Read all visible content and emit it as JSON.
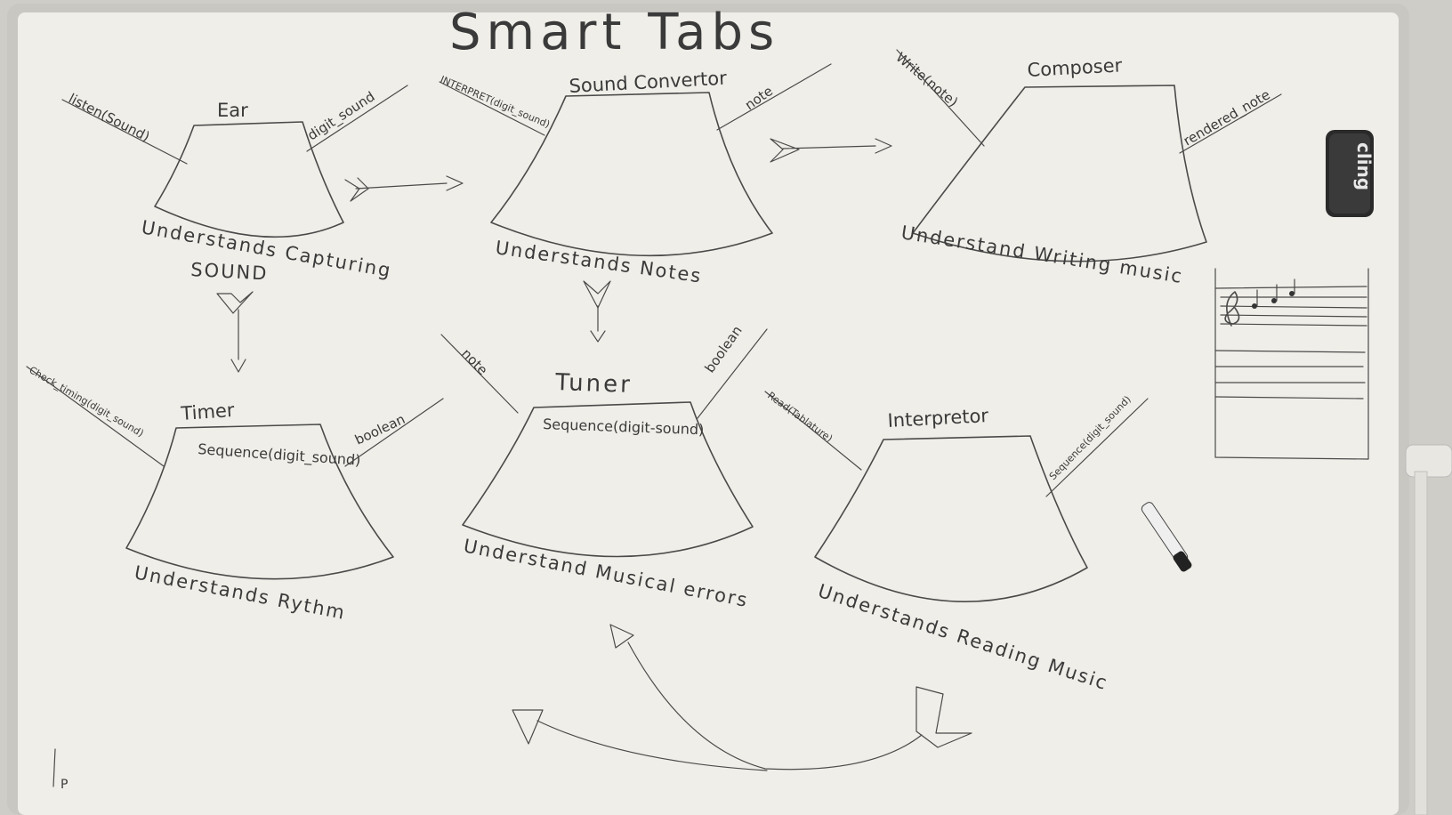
{
  "title": "Smart Tabs",
  "eraser_brand": "cling",
  "marker_label": "P",
  "colors": {
    "board": "#f0eee8",
    "frame": "#c9c7c2",
    "ink": "#3a3a3a",
    "eraser": "#2a2a2a"
  },
  "components": [
    {
      "id": "ear",
      "name": "Ear",
      "caption_line1": "Understands Capturing",
      "caption_line2": "SOUND",
      "input_label": "listen(Sound)",
      "output_label": "digit_sound"
    },
    {
      "id": "sound_converter",
      "name": "Sound Convertor",
      "caption_line1": "Understands Notes",
      "input_label": "INTERPRET(digit_sound)",
      "output_label": "note"
    },
    {
      "id": "composer",
      "name": "Composer",
      "caption_line1": "Understand Writing music",
      "input_label": "Write(note)",
      "output_label": "rendered_note"
    },
    {
      "id": "timer",
      "name": "Timer",
      "caption_line1": "Understands Rythm",
      "inner_label": "Sequence(digit_sound)",
      "input_label": "Check_timing(digit_sound)",
      "output_label": "boolean"
    },
    {
      "id": "tuner",
      "name": "Tuner",
      "caption_line1": "Understand Musical errors",
      "inner_label": "Sequence(digit-sound)",
      "input_label": "note",
      "output_label": "boolean"
    },
    {
      "id": "interpreter",
      "name": "Interpretor",
      "caption_line1": "Understands Reading Music",
      "input_label": "Read(Tablature)",
      "output_label": "Sequence(digit_sound)"
    }
  ]
}
